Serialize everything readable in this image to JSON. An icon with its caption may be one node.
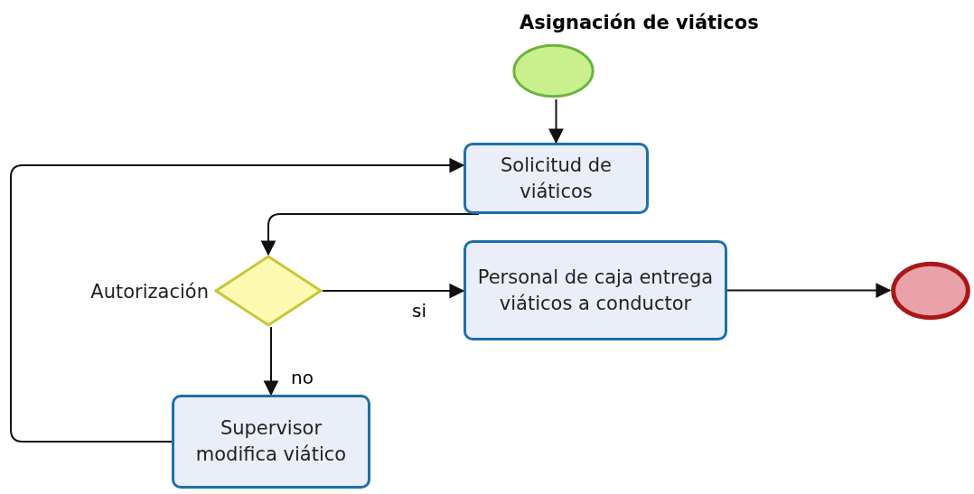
{
  "diagram": {
    "title": "Asignación de viáticos",
    "nodes": [
      {
        "text": [],
        "shape": "circle"
      },
      {
        "text": [
          "Solicitud de viáticos"
        ]
      },
      {
        "text": [
          "Autorización"
        ]
      },
      {
        "text": [
          "Personal de caja entrega viáticos a conductor"
        ]
      },
      {
        "text": [],
        "shape": "circle"
      },
      {
        "text": [
          "Supervisor modifica viático"
        ]
      }
    ],
    "edges": [
      {
        "from": 0,
        "to": 1,
        "arrow": "to"
      },
      {
        "from": 1,
        "to": 2,
        "arrow": "to"
      },
      {
        "from": 2,
        "to": 3,
        "arrow": "to",
        "label": "si"
      },
      {
        "from": 2,
        "to": 5,
        "arrow": "to",
        "label": "no"
      },
      {
        "from": 3,
        "to": 4,
        "arrow": "to"
      },
      {
        "from": 5,
        "to": 1,
        "arrow": "to"
      }
    ]
  }
}
